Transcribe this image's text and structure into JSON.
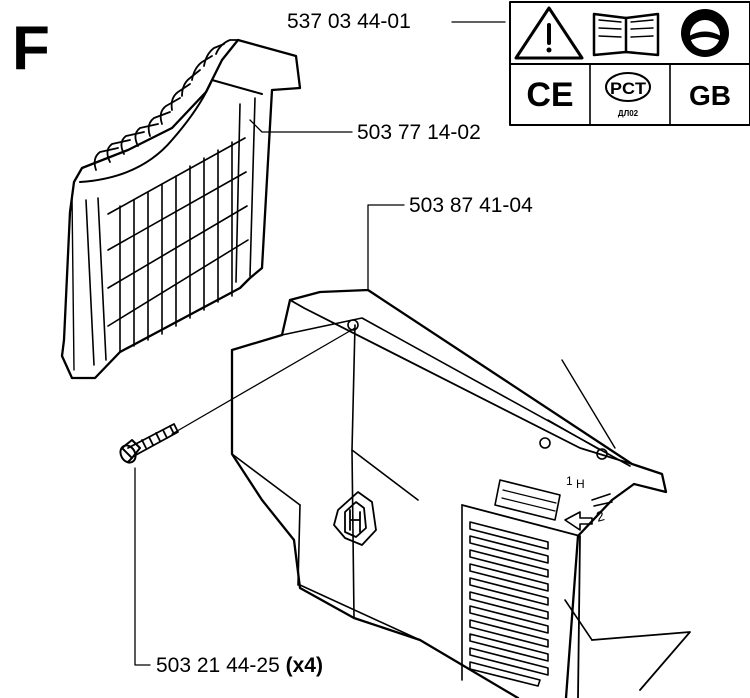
{
  "diagram": {
    "section_letter": "F",
    "parts": [
      {
        "part_number": "537 03 44-01",
        "quantity": ""
      },
      {
        "part_number": "503 77 14-02",
        "quantity": ""
      },
      {
        "part_number": "503 87 41-04",
        "quantity": ""
      },
      {
        "part_number": "503 21 44-25",
        "quantity": "(x4)"
      }
    ],
    "label_sheet": {
      "icons": [
        "warning-triangle-icon",
        "manual-book-icon",
        "eye-protection-icon"
      ],
      "marks": [
        "CE",
        "PCT",
        "ДЛ02",
        "GB"
      ]
    },
    "cover_marks": [
      "1",
      "H",
      "2"
    ]
  }
}
